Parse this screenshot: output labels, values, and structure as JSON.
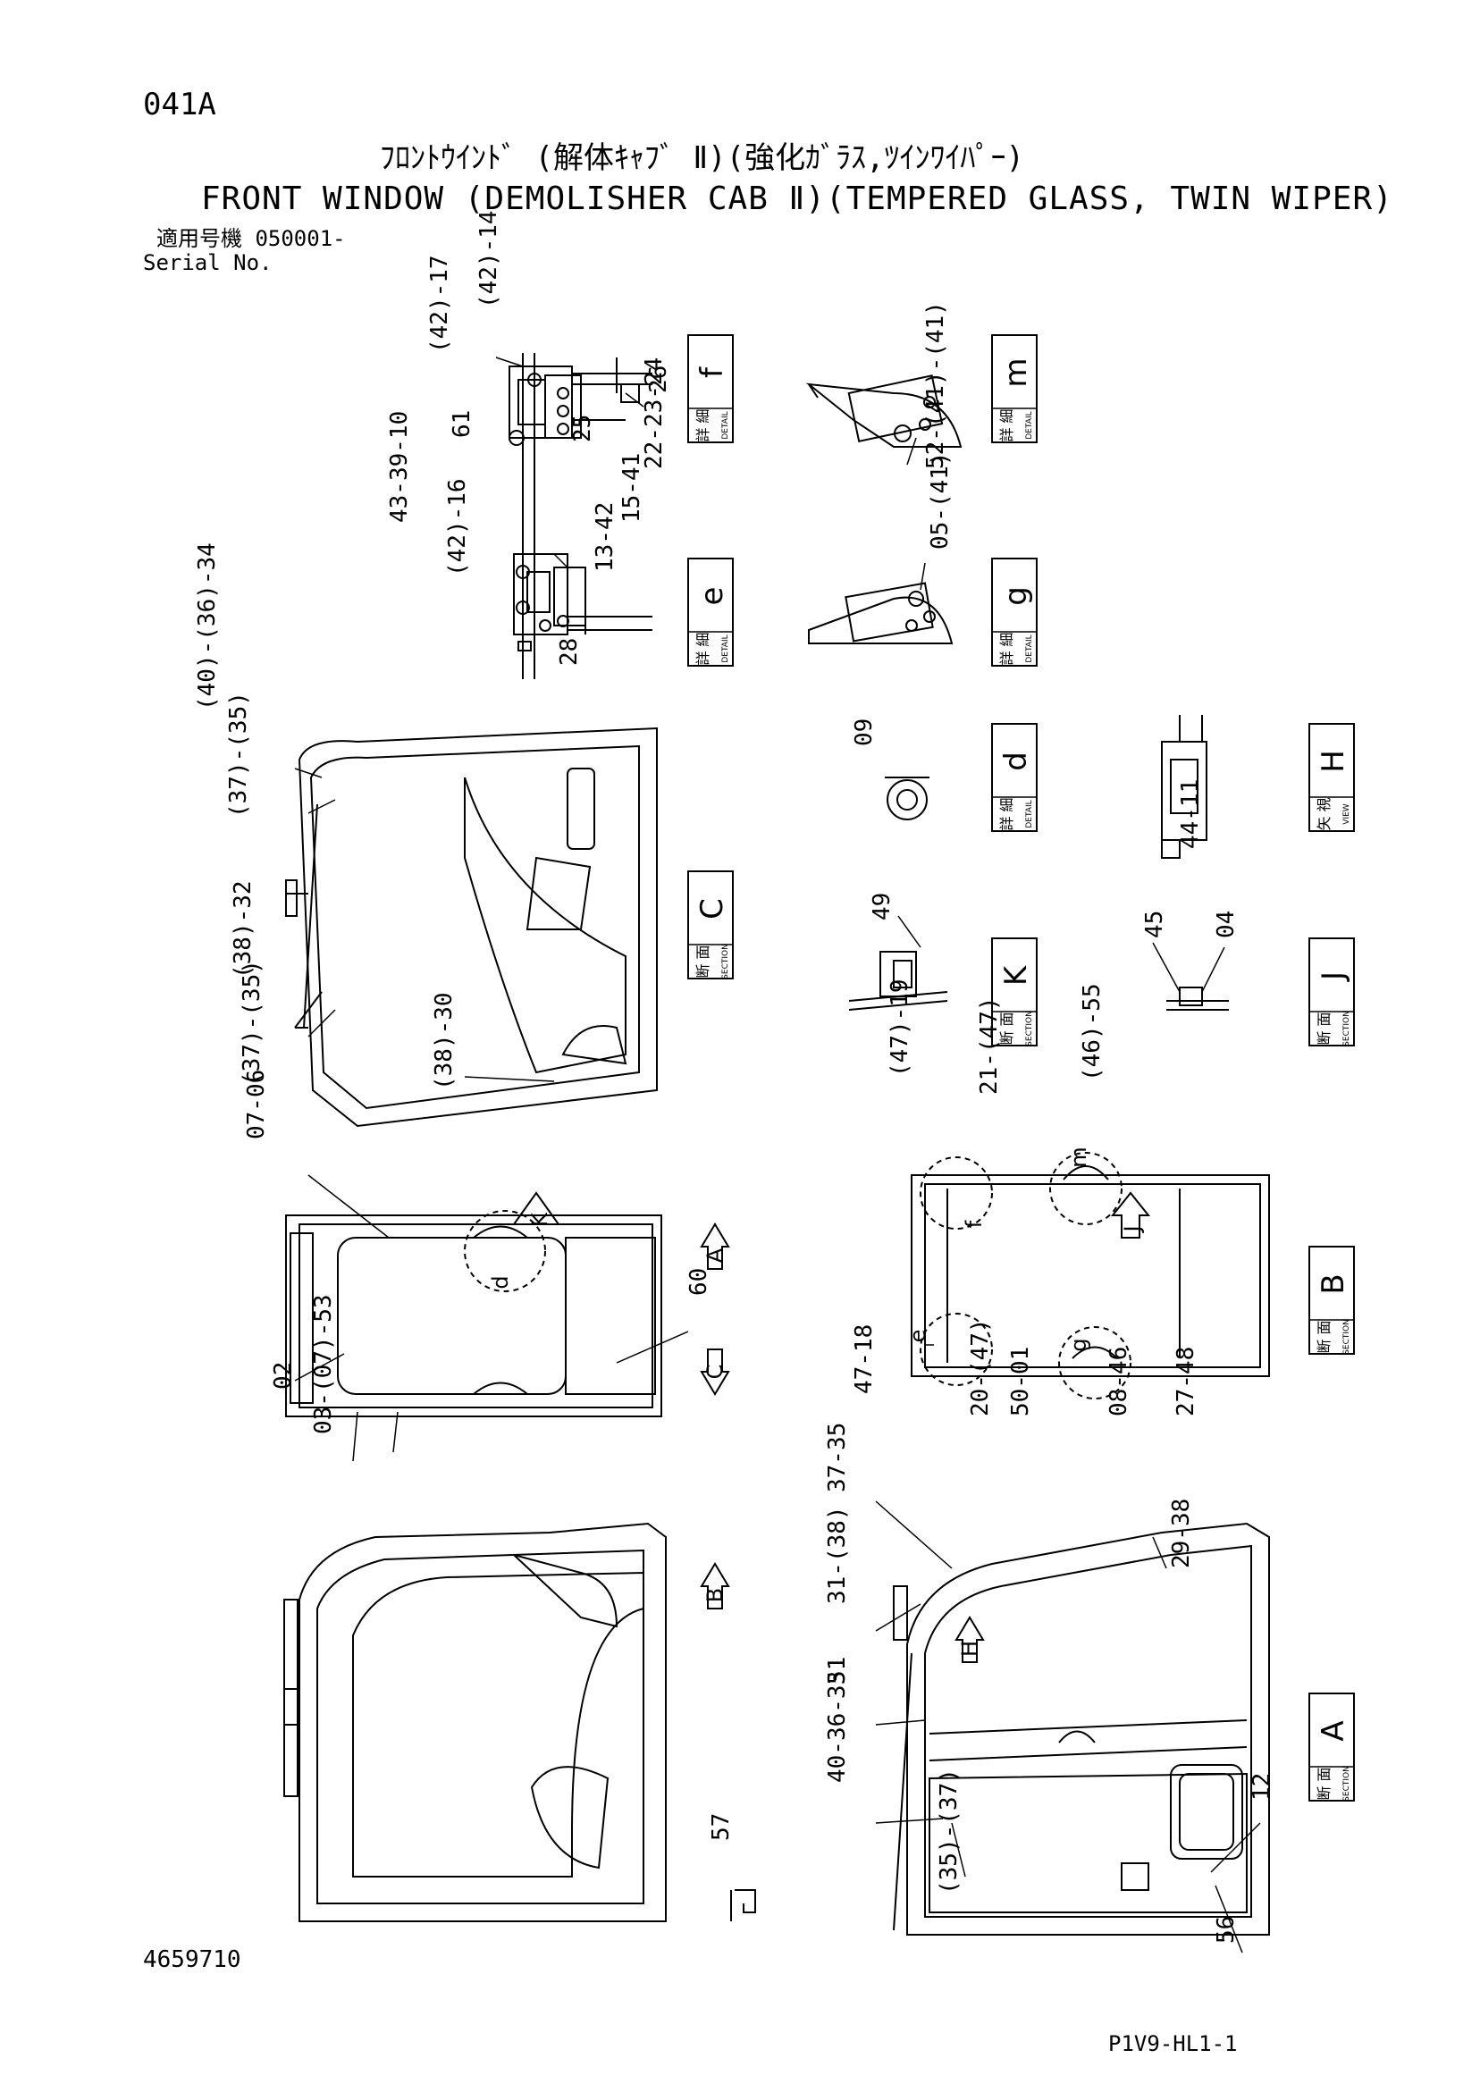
{
  "header": {
    "page_code": "041A",
    "title_jp": "ﾌﾛﾝﾄｳｲﾝﾄﾞ (解体ｷｬﾌﾞ Ⅱ)(強化ｶﾞﾗｽ,ﾂｲﾝﾜｲﾊﾟｰ)",
    "title_en": "FRONT WINDOW (DEMOLISHER CAB Ⅱ)(TEMPERED GLASS, TWIN WIPER)",
    "serial_label_jp": "適用号機  050001-",
    "serial_label_en": "Serial No."
  },
  "footer": {
    "drawing_number": "4659710",
    "page_ref": "P1V9-HL1-1"
  },
  "view_boxes": [
    {
      "id": "f",
      "jp": "詳 細",
      "en": "DETAIL",
      "letter": "f"
    },
    {
      "id": "m",
      "jp": "詳 細",
      "en": "DETAIL",
      "letter": "m"
    },
    {
      "id": "e",
      "jp": "詳 細",
      "en": "DETAIL",
      "letter": "e"
    },
    {
      "id": "g",
      "jp": "詳 細",
      "en": "DETAIL",
      "letter": "g"
    },
    {
      "id": "C",
      "jp": "断 面",
      "en": "SECTION",
      "letter": "C"
    },
    {
      "id": "d",
      "jp": "詳 細",
      "en": "DETAIL",
      "letter": "d"
    },
    {
      "id": "H",
      "jp": "矢 視",
      "en": "VIEW",
      "letter": "H"
    },
    {
      "id": "K",
      "jp": "断 面",
      "en": "SECTION",
      "letter": "K"
    },
    {
      "id": "J",
      "jp": "断 面",
      "en": "SECTION",
      "letter": "J"
    },
    {
      "id": "B",
      "jp": "断 面",
      "en": "SECTION",
      "letter": "B"
    },
    {
      "id": "A",
      "jp": "断 面",
      "en": "SECTION",
      "letter": "A"
    }
  ],
  "part_callouts": [
    {
      "id": "c1",
      "text": "(42)-14"
    },
    {
      "id": "c2",
      "text": "(42)-17"
    },
    {
      "id": "c3",
      "text": "61"
    },
    {
      "id": "c4",
      "text": "25"
    },
    {
      "id": "c5",
      "text": "26"
    },
    {
      "id": "c6",
      "text": "22-23-24"
    },
    {
      "id": "c7",
      "text": "43-39-10"
    },
    {
      "id": "c8",
      "text": "(42)-16"
    },
    {
      "id": "c9",
      "text": "15-41"
    },
    {
      "id": "c10",
      "text": "13-42"
    },
    {
      "id": "c11",
      "text": "28"
    },
    {
      "id": "c12",
      "text": "52-(41)-(41)"
    },
    {
      "id": "c13",
      "text": "05-(41)"
    },
    {
      "id": "c14",
      "text": "(40)-(36)-34"
    },
    {
      "id": "c15",
      "text": "(37)-(35)"
    },
    {
      "id": "c16",
      "text": "(38)-32"
    },
    {
      "id": "c17",
      "text": "(37)-(35)"
    },
    {
      "id": "c18",
      "text": "(38)-30"
    },
    {
      "id": "c19",
      "text": "09"
    },
    {
      "id": "c20",
      "text": "44-11"
    },
    {
      "id": "c21",
      "text": "49"
    },
    {
      "id": "c22",
      "text": "45"
    },
    {
      "id": "c23",
      "text": "04"
    },
    {
      "id": "c24",
      "text": "07-06"
    },
    {
      "id": "c25",
      "text": "60"
    },
    {
      "id": "c26",
      "text": "02"
    },
    {
      "id": "c27",
      "text": "03-(07)-53"
    },
    {
      "id": "c28",
      "text": "(47)-19"
    },
    {
      "id": "c29",
      "text": "21-(47)"
    },
    {
      "id": "c30",
      "text": "(46)-55"
    },
    {
      "id": "c31",
      "text": "47-18"
    },
    {
      "id": "c32",
      "text": "20-(47)"
    },
    {
      "id": "c33",
      "text": "50-01"
    },
    {
      "id": "c34",
      "text": "08-46"
    },
    {
      "id": "c35",
      "text": "27-48"
    },
    {
      "id": "c36",
      "text": "37-35"
    },
    {
      "id": "c37",
      "text": "31-(38)"
    },
    {
      "id": "c38",
      "text": "29-38"
    },
    {
      "id": "c39",
      "text": "51"
    },
    {
      "id": "c40",
      "text": "40-36-33"
    },
    {
      "id": "c41",
      "text": "12"
    },
    {
      "id": "c42",
      "text": "57"
    },
    {
      "id": "c43",
      "text": "(35)-(37)"
    },
    {
      "id": "c44",
      "text": "56"
    }
  ],
  "view_markers": [
    {
      "id": "m_d",
      "text": "d"
    },
    {
      "id": "m_K",
      "text": "K"
    },
    {
      "id": "m_A",
      "text": "A"
    },
    {
      "id": "m_C",
      "text": "C"
    },
    {
      "id": "m_f",
      "text": "f"
    },
    {
      "id": "m_m",
      "text": "m"
    },
    {
      "id": "m_e",
      "text": "e"
    },
    {
      "id": "m_g",
      "text": "g"
    },
    {
      "id": "m_J",
      "text": "J"
    },
    {
      "id": "m_B",
      "text": "B"
    },
    {
      "id": "m_H",
      "text": "H"
    }
  ]
}
